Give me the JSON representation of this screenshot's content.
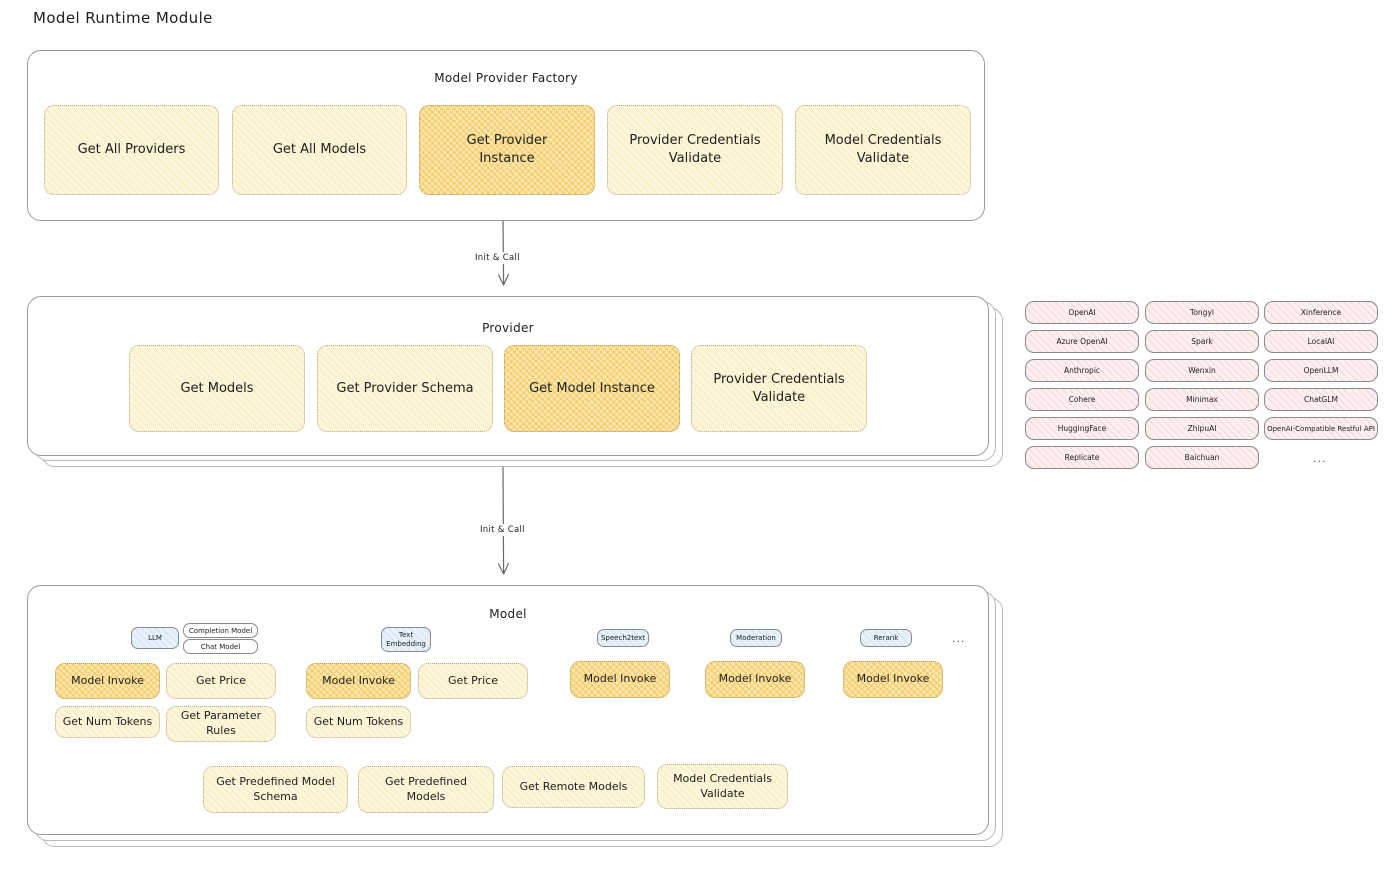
{
  "page": {
    "title": "Model Runtime Module"
  },
  "factory": {
    "title": "Model Provider Factory",
    "boxes": [
      {
        "label": "Get All Providers",
        "highlighted": false
      },
      {
        "label": "Get All Models",
        "highlighted": false
      },
      {
        "label": "Get Provider Instance",
        "highlighted": true
      },
      {
        "label": "Provider Credentials Validate",
        "highlighted": false
      },
      {
        "label": "Model Credentials Validate",
        "highlighted": false
      }
    ]
  },
  "arrows": [
    {
      "label": "Init & Call"
    },
    {
      "label": "Init & Call"
    }
  ],
  "provider": {
    "title": "Provider",
    "boxes": [
      {
        "label": "Get Models",
        "highlighted": false
      },
      {
        "label": "Get Provider Schema",
        "highlighted": false
      },
      {
        "label": "Get Model Instance",
        "highlighted": true
      },
      {
        "label": "Provider Credentials Validate",
        "highlighted": false
      }
    ]
  },
  "provider_list": {
    "column1": [
      "OpenAI",
      "Azure OpenAI",
      "Anthropic",
      "Cohere",
      "HuggingFace",
      "Replicate"
    ],
    "column2": [
      "Tongyi",
      "Spark",
      "Wenxin",
      "Minimax",
      "ZhipuAI",
      "Baichuan"
    ],
    "column3": [
      "Xinference",
      "LocalAI",
      "OpenLLM",
      "ChatGLM",
      "OpenAI-Compatible Restful API"
    ],
    "more": "..."
  },
  "model": {
    "title": "Model",
    "more": "...",
    "types": [
      {
        "chip": "LLM",
        "sub_chips": [
          "Completion Model",
          "Chat Model"
        ],
        "ops": [
          {
            "label": "Model Invoke",
            "highlighted": true
          },
          {
            "label": "Get Price",
            "highlighted": false
          },
          {
            "label": "Get Num Tokens",
            "highlighted": false
          },
          {
            "label": "Get Parameter Rules",
            "highlighted": false
          }
        ]
      },
      {
        "chip": "Text Embedding",
        "sub_chips": [],
        "ops": [
          {
            "label": "Model Invoke",
            "highlighted": true
          },
          {
            "label": "Get Price",
            "highlighted": false
          },
          {
            "label": "Get Num Tokens",
            "highlighted": false
          }
        ]
      },
      {
        "chip": "Speech2text",
        "sub_chips": [],
        "ops": [
          {
            "label": "Model Invoke",
            "highlighted": true
          }
        ]
      },
      {
        "chip": "Moderation",
        "sub_chips": [],
        "ops": [
          {
            "label": "Model Invoke",
            "highlighted": true
          }
        ]
      },
      {
        "chip": "Rerank",
        "sub_chips": [],
        "ops": [
          {
            "label": "Model Invoke",
            "highlighted": true
          }
        ]
      }
    ],
    "common_ops": [
      {
        "label": "Get Predefined Model Schema"
      },
      {
        "label": "Get Predefined Models"
      },
      {
        "label": "Get Remote Models"
      },
      {
        "label": "Model Credentials Validate"
      }
    ]
  },
  "colors": {
    "highlight_fill": "#fbe7b0",
    "normal_fill": "#fdf6dd",
    "provider_chip_fill": "#fdf0f0",
    "model_type_chip_fill": "#e7f2fb",
    "stroke": "#9b9b9b",
    "text": "#1e1e1e"
  }
}
